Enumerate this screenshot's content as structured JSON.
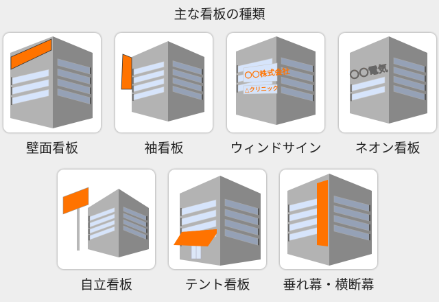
{
  "title": "主な看板の種類",
  "colors": {
    "sign": "#ff7300",
    "wall_left": "#b3b3b3",
    "wall_right": "#888888",
    "window_left": "#d6e4fb",
    "window_right": "#95a1b6",
    "background": "#eeeeee"
  },
  "signs": [
    {
      "label": "壁面看板",
      "variant": "wall"
    },
    {
      "label": "袖看板",
      "variant": "projecting"
    },
    {
      "label": "ウィンドサイン",
      "variant": "window",
      "sign_texts": [
        "〇〇株式会社",
        "△クリニック"
      ]
    },
    {
      "label": "ネオン看板",
      "variant": "neon",
      "sign_texts": [
        "〇〇電気"
      ]
    },
    {
      "label": "自立看板",
      "variant": "standalone"
    },
    {
      "label": "テント看板",
      "variant": "tent"
    },
    {
      "label": "垂れ幕・横断幕",
      "variant": "banner"
    }
  ]
}
